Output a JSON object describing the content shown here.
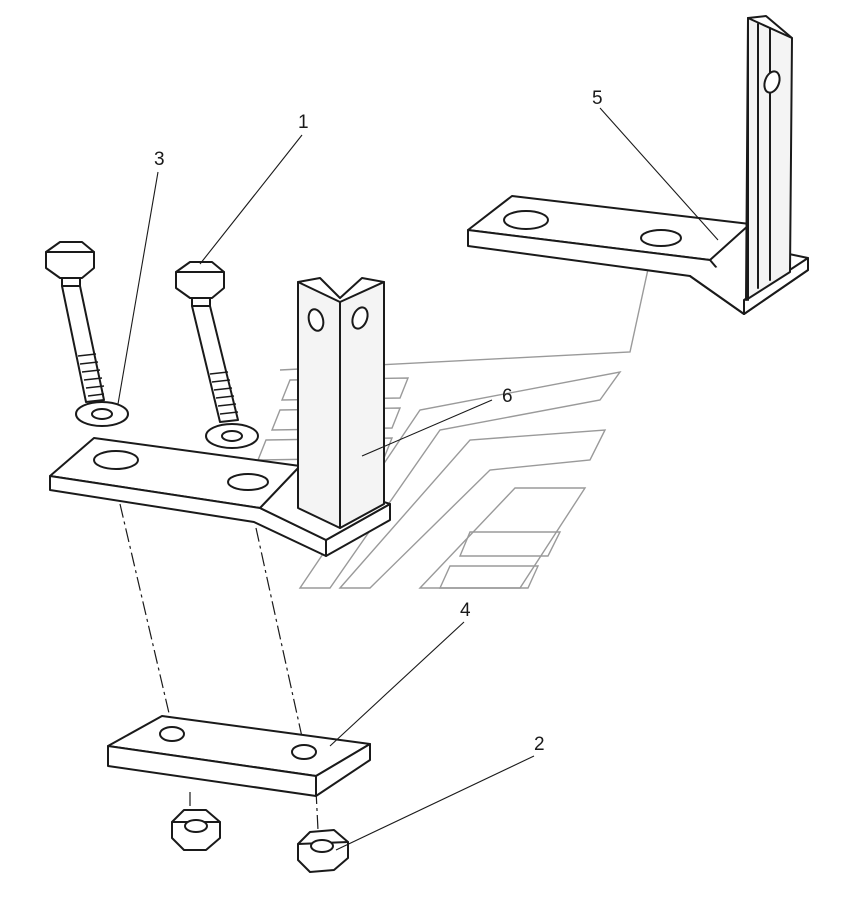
{
  "callouts": [
    {
      "id": "1",
      "label": "1"
    },
    {
      "id": "2",
      "label": "2"
    },
    {
      "id": "3",
      "label": "3"
    },
    {
      "id": "4",
      "label": "4"
    },
    {
      "id": "5",
      "label": "5"
    },
    {
      "id": "6",
      "label": "6"
    }
  ],
  "colors": {
    "line": "#1a1a1a",
    "watermark": "#9a9a9a",
    "background": "#ffffff"
  }
}
